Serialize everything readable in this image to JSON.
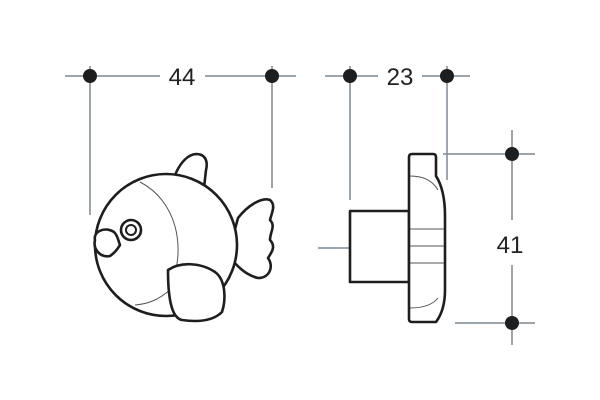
{
  "dimensions": {
    "width_label": "44",
    "depth_label": "23",
    "height_label": "41"
  },
  "colors": {
    "outline": "#1e1e1e",
    "dimension_line": "#7d8790"
  }
}
